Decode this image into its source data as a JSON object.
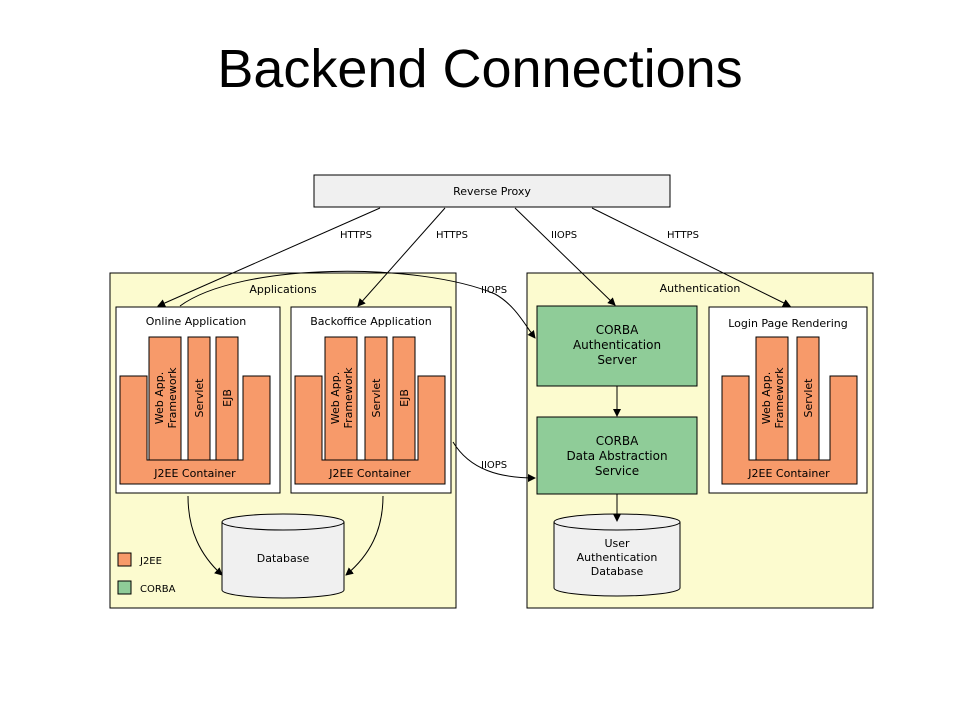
{
  "title": "Backend Connections",
  "colors": {
    "panel": "#fcfbcf",
    "j2ee": "#f79a6a",
    "corba": "#8fcc98",
    "proxy": "#f0f0f0"
  },
  "nodes": {
    "reverse_proxy": "Reverse Proxy",
    "applications": "Applications",
    "authentication": "Authentication",
    "online_app": "Online Application",
    "backoffice_app": "Backoffice Application",
    "login_page": "Login Page Rendering",
    "web_app_1": "Web App.",
    "web_app_2": "Framework",
    "servlet": "Servlet",
    "ejb": "EJB",
    "j2ee_container": "J2EE Container",
    "corba_auth_1": "CORBA",
    "corba_auth_2": "Authentication",
    "corba_auth_3": "Server",
    "corba_das_1": "CORBA",
    "corba_das_2": "Data Abstraction",
    "corba_das_3": "Service",
    "database": "Database",
    "user_db_1": "User",
    "user_db_2": "Authentication",
    "user_db_3": "Database"
  },
  "edges": {
    "https": "HTTPS",
    "iiops": "IIOPS"
  },
  "legend": {
    "j2ee": "J2EE",
    "corba": "CORBA"
  }
}
